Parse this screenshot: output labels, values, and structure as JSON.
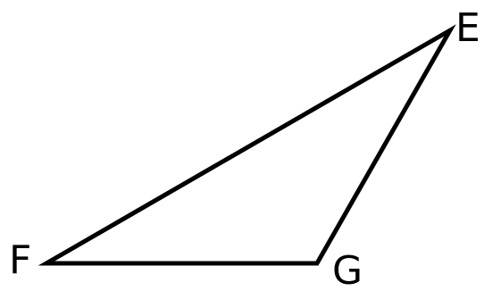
{
  "diagram": {
    "type": "triangle",
    "vertices": {
      "E": "E",
      "F": "F",
      "G": "G"
    },
    "edges": [
      [
        "E",
        "F"
      ],
      [
        "F",
        "G"
      ],
      [
        "G",
        "E"
      ]
    ],
    "stroke_color": "#000000",
    "label_color": "#000000",
    "background": "#ffffff"
  }
}
